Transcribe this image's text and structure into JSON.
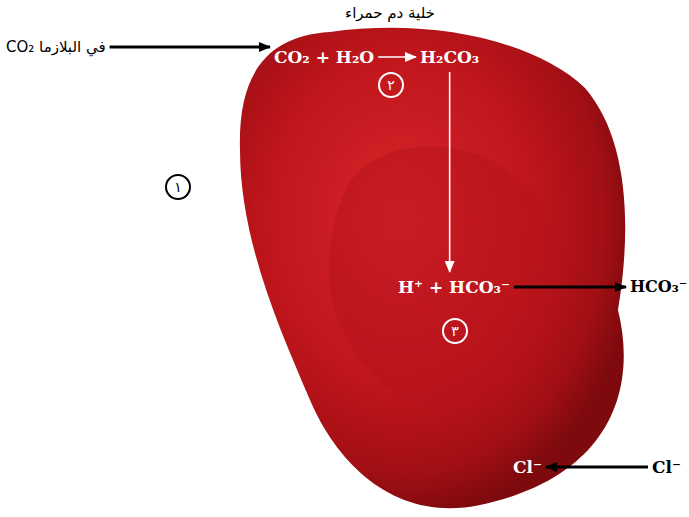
{
  "diagram": {
    "nodes": [
      {
        "text": [
          "خلية دم حمراء"
        ]
      },
      {
        "text": [
          "في البلازما CO₂"
        ]
      },
      {
        "text": [
          "CO₂ + H₂O"
        ],
        "in": 0
      },
      {
        "text": [
          "H₂CO₃"
        ],
        "in": 0
      },
      {
        "text": [
          "H⁺ + HCO₃⁻"
        ],
        "in": 0
      },
      {
        "text": [
          "HCO₃⁻"
        ]
      },
      {
        "text": [
          "Cl⁻"
        ],
        "in": 0
      },
      {
        "text": [
          "Cl⁻"
        ]
      }
    ],
    "edges": [
      {
        "from": 1,
        "to": 2,
        "arrow": "to"
      },
      {
        "from": 2,
        "to": 3,
        "arrow": "to"
      },
      {
        "from": 3,
        "to": 4,
        "arrow": "to"
      },
      {
        "from": 4,
        "to": 5,
        "arrow": "to"
      },
      {
        "from": 7,
        "to": 6,
        "arrow": "to"
      }
    ],
    "labels": [
      "١",
      "٢",
      "٣"
    ]
  }
}
